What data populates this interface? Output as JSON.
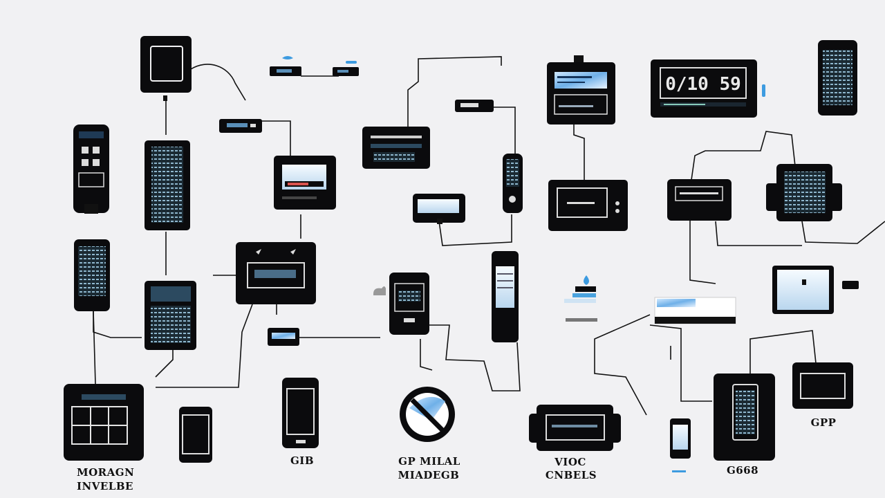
{
  "scene": {
    "background": "#f1f1f3",
    "device_color": "#0b0b0d",
    "wire_color": "#111111",
    "screen_accent": "#4aa3df"
  },
  "display_readout": "0/10 59",
  "labels": {
    "l1a": "MORAGN",
    "l1b": "INVELBE",
    "l2": "GIB",
    "l3a": "GP MILAL",
    "l3b": "MIADEGB",
    "l4a": "VIOC",
    "l4b": "CNBELS",
    "l5": "G668",
    "l6": "GPP"
  }
}
